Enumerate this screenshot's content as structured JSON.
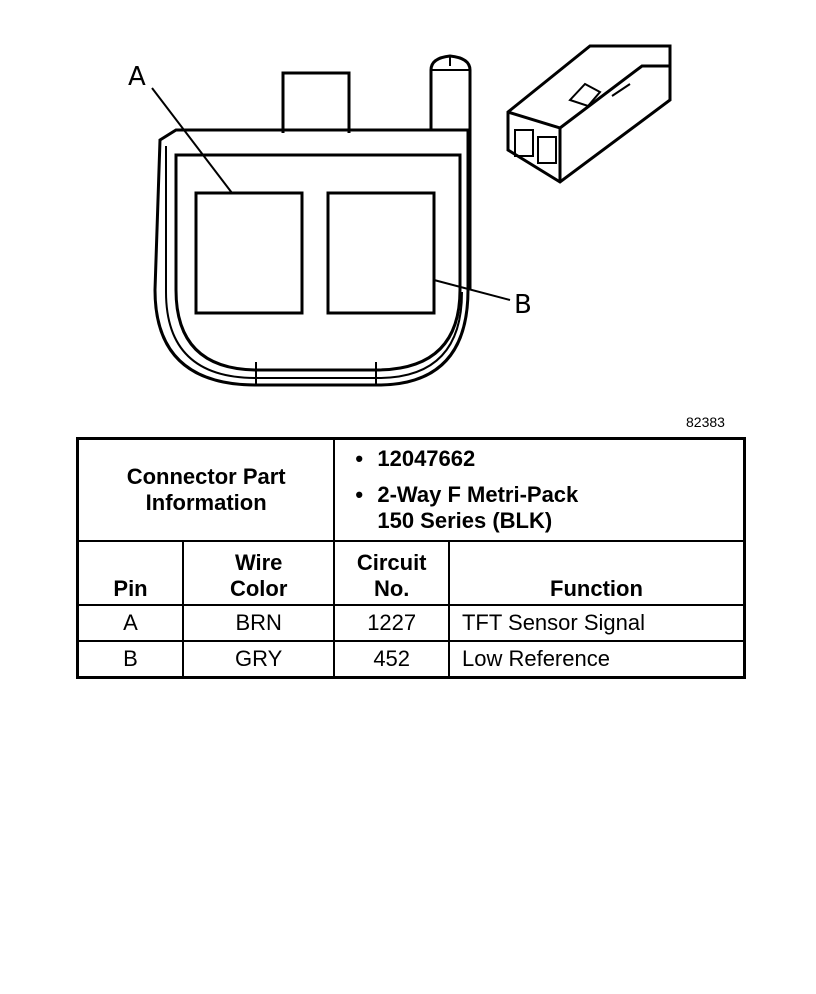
{
  "callouts": {
    "a": "A",
    "b": "B"
  },
  "figure_id": "82383",
  "connector_info": {
    "label_line1": "Connector Part",
    "label_line2": "Information",
    "bullet": "•",
    "part_number": "12047662",
    "description_line1": "2-Way F Metri-Pack",
    "description_line2": "150 Series (BLK)"
  },
  "table": {
    "headers": {
      "pin": "Pin",
      "wire_color_1": "Wire",
      "wire_color_2": "Color",
      "circuit_1": "Circuit",
      "circuit_2": "No.",
      "function": "Function"
    },
    "rows": [
      {
        "pin": "A",
        "wire_color": "BRN",
        "circuit": "1227",
        "function": "TFT Sensor Signal"
      },
      {
        "pin": "B",
        "wire_color": "GRY",
        "circuit": "452",
        "function": "Low Reference"
      }
    ]
  }
}
